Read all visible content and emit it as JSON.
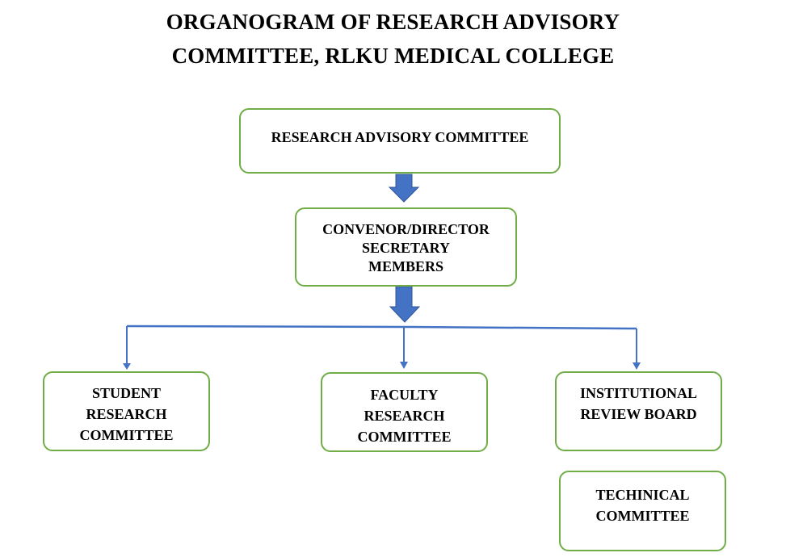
{
  "title": {
    "line1": "ORGANOGRAM OF RESEARCH ADVISORY",
    "line2": "COMMITTEE, RLKU MEDICAL COLLEGE"
  },
  "nodes": {
    "top": {
      "label": "RESEARCH ADVISORY COMMITTEE"
    },
    "convenor": {
      "lines": [
        "CONVENOR/DIRECTOR",
        "SECRETARY",
        "MEMBERS"
      ]
    },
    "student": {
      "lines": [
        "STUDENT",
        "RESEARCH",
        "COMMITTEE"
      ]
    },
    "faculty": {
      "lines": [
        "FACULTY",
        "RESEARCH",
        "COMMITTEE"
      ]
    },
    "irb": {
      "lines": [
        "INSTITUTIONAL",
        "REVIEW BOARD"
      ]
    },
    "technical": {
      "lines": [
        "TECHINICAL",
        "COMMITTEE"
      ]
    }
  },
  "colors": {
    "box_border": "#70ad47",
    "arrow_fill": "#4472c4",
    "connector": "#4472c4"
  }
}
